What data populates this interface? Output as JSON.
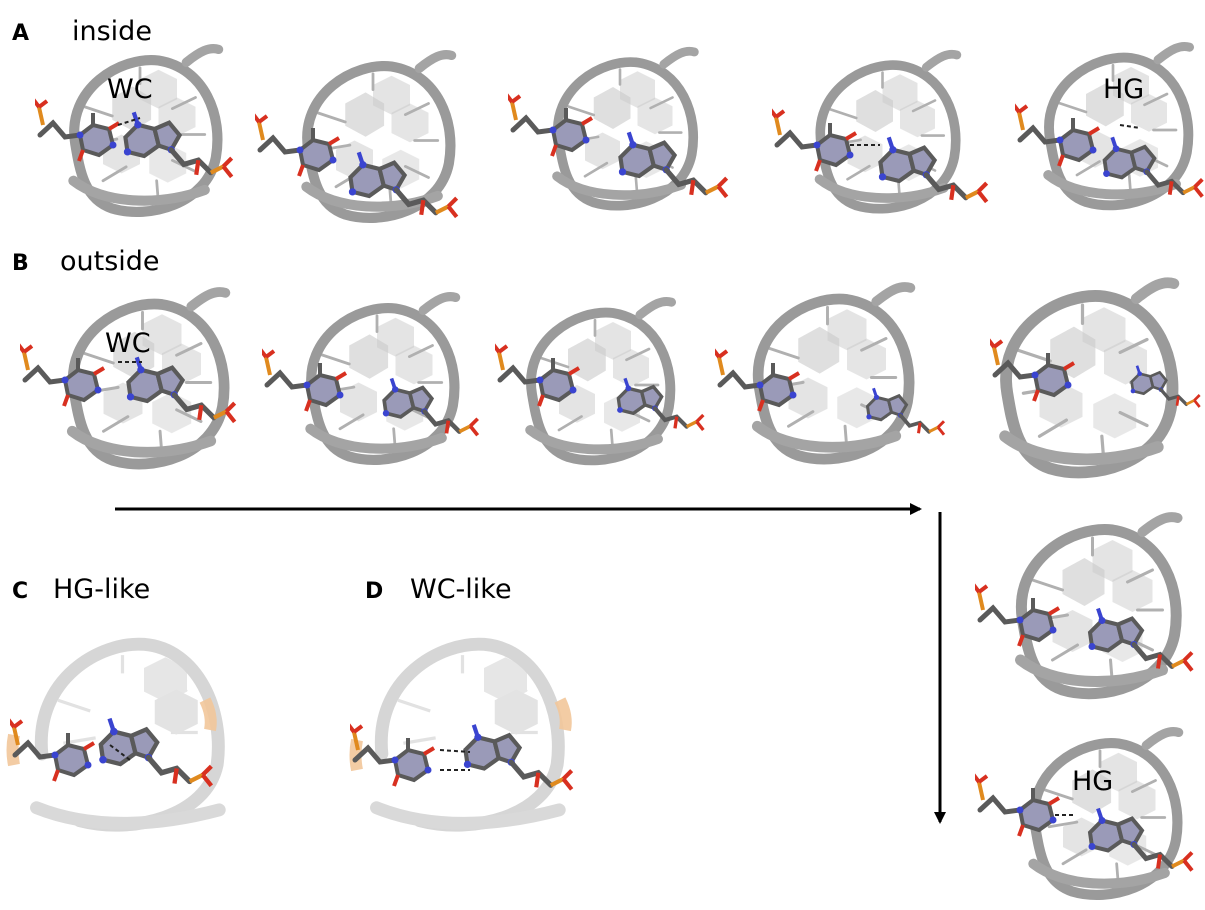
{
  "panels": {
    "A": {
      "letter": "A",
      "title": "inside"
    },
    "B": {
      "letter": "B",
      "title": "outside"
    },
    "C": {
      "letter": "C",
      "title": "HG-like"
    },
    "D": {
      "letter": "D",
      "title": "WC-like"
    }
  },
  "labels": {
    "a1": "WC",
    "a5": "HG",
    "b1": "WC",
    "c3": "HG"
  },
  "colors": {
    "backbone": "#9a9a9a",
    "backbone_faded": "#d6d6d6",
    "carbon": "#5a5a5a",
    "nitrogen": "#3a44d0",
    "oxygen": "#d83020",
    "phosphorus": "#e08a1e",
    "hydrogen": "#f2f2f2",
    "highlight": "#f2c79a"
  }
}
